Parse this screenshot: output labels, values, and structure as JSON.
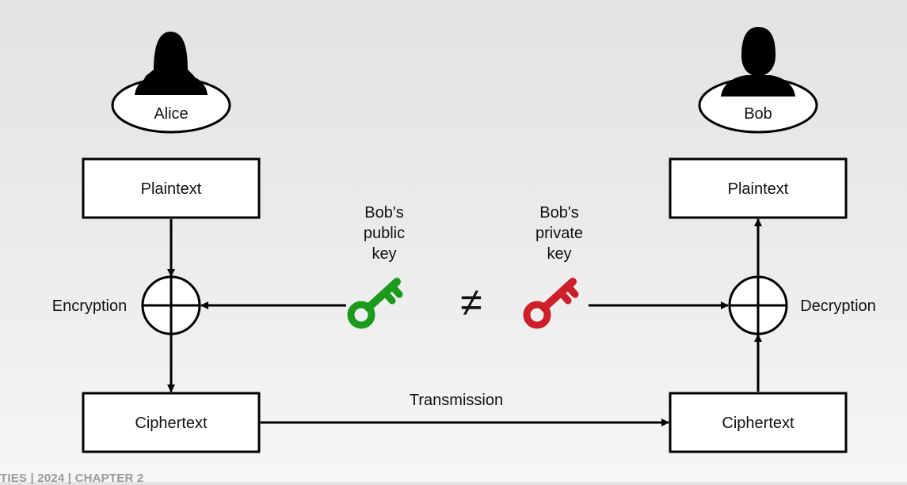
{
  "alice": {
    "label": "Alice"
  },
  "bob": {
    "label": "Bob"
  },
  "sender": {
    "plaintext": "Plaintext",
    "ciphertext": "Ciphertext",
    "operation": "Encryption"
  },
  "receiver": {
    "plaintext": "Plaintext",
    "ciphertext": "Ciphertext",
    "operation": "Decryption"
  },
  "transmission": "Transmission",
  "public_key": {
    "label": [
      "Bob's",
      "public",
      "key"
    ],
    "color": "#1c9a1c"
  },
  "private_key": {
    "label": [
      "Bob's",
      "private",
      "key"
    ],
    "color": "#cc1f2a"
  },
  "not_equal_symbol": "≠",
  "footer": "TIES | 2024 | CHAPTER 2"
}
